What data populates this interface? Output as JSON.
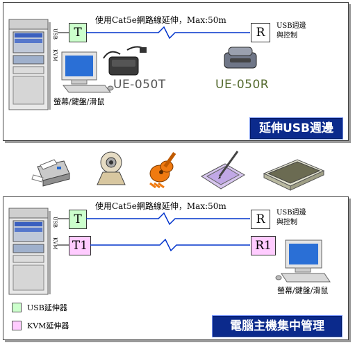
{
  "panel1": {
    "tower_labels": {
      "usb": "USB",
      "kvm": "KVM"
    },
    "t_label": "T",
    "r_label": "R",
    "cable_text": "使用Cat5e網路線延伸，Max:50m",
    "r_side_text_line1": "USB週邊",
    "r_side_text_line2": "與控制",
    "monitor_caption": "螢幕/鍵盤/滑鼠",
    "model_t": "UE-050T",
    "model_r": "UE-050R",
    "banner": "延伸USB週邊"
  },
  "devices": [
    {
      "name": "printer-icon"
    },
    {
      "name": "webcam-icon"
    },
    {
      "name": "guitar-icon"
    },
    {
      "name": "tablet-pen-icon"
    },
    {
      "name": "scanner-icon"
    }
  ],
  "panel2": {
    "tower_labels": {
      "usb": "USB",
      "kvm": "KVM"
    },
    "t_label": "T",
    "t1_label": "T1",
    "r_label": "R",
    "r1_label": "R1",
    "cable_text": "使用Cat5e網路線延伸，Max:50m",
    "r_side_text_line1": "USB週邊",
    "r_side_text_line2": "與控制",
    "monitor_caption": "螢幕/鍵盤/滑鼠",
    "legend": [
      {
        "label": "USB延伸器",
        "color": "#ccffcc"
      },
      {
        "label": "KVM延伸器",
        "color": "#ffccff"
      }
    ],
    "banner": "電腦主機集中管理"
  }
}
